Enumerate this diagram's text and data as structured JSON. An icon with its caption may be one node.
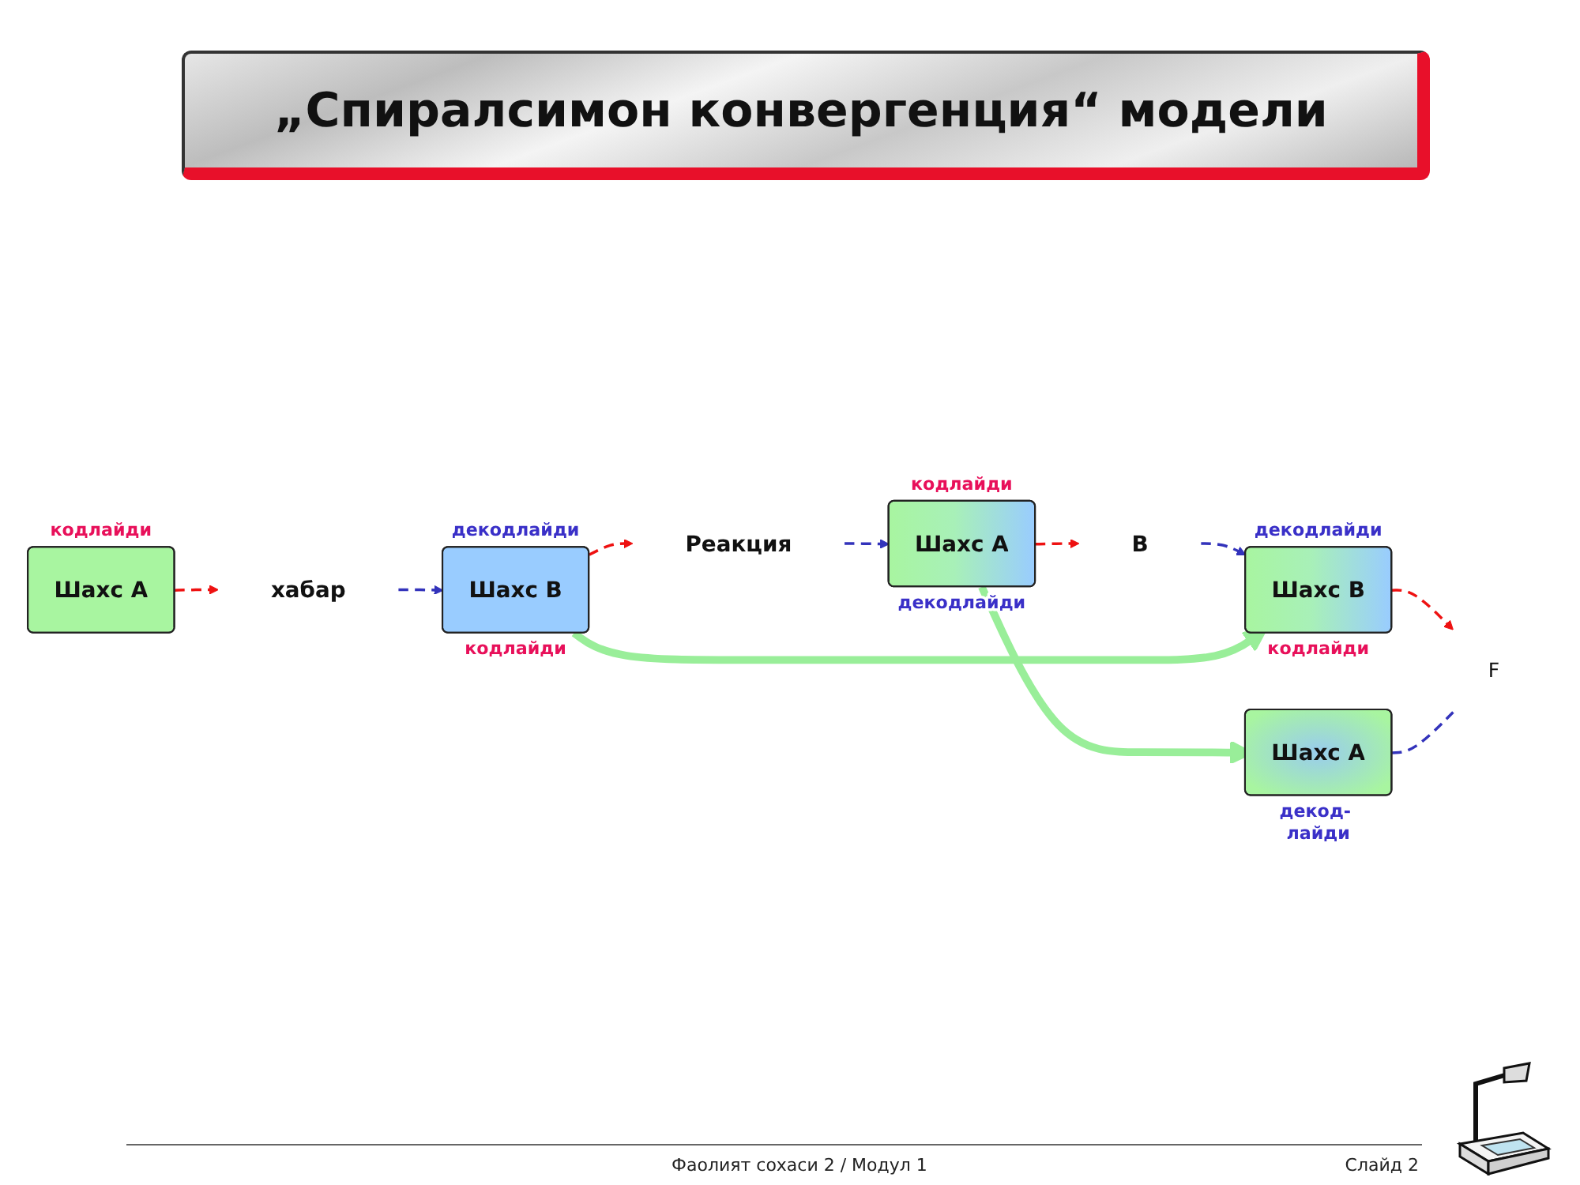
{
  "diagram": {
    "title": "„Спиралсимон конвергенция“ модели",
    "nodes": [
      {
        "text": [
          "хабар"
        ]
      },
      {
        "text": [
          "В"
        ]
      },
      {
        "text": [
          "Шахс А"
        ],
        "beside": [
          "кодлайди"
        ]
      },
      {
        "text": [
          "Шахс А"
        ],
        "beside": [
          "кодлайди",
          "декодлайди"
        ]
      },
      {
        "text": [
          "Шахс А"
        ],
        "beside": [
          "декод- лайди"
        ]
      },
      {
        "text": [
          "Шахс В"
        ],
        "beside": [
          "декодлайди",
          "кодлайди"
        ]
      },
      {
        "text": [
          "Шахс В"
        ],
        "beside": [
          "декодлайди",
          "кодлайди"
        ]
      },
      {
        "text": [
          "F"
        ]
      },
      {
        "text": [
          "Реакция"
        ]
      }
    ],
    "edges": [
      {
        "from": 2,
        "to": 0,
        "arrow": "to",
        "style": "dashed",
        "color": "#ee1111"
      },
      {
        "from": 0,
        "to": 6,
        "arrow": "to",
        "style": "dashed",
        "color": "#3333bb"
      },
      {
        "from": 6,
        "to": 8,
        "arrow": "to",
        "style": "dashed",
        "color": "#ee1111"
      },
      {
        "from": 8,
        "to": 3,
        "arrow": "to",
        "style": "dashed",
        "color": "#3333bb"
      },
      {
        "from": 3,
        "to": 1,
        "arrow": "to",
        "style": "dashed",
        "color": "#ee1111"
      },
      {
        "from": 1,
        "to": 5,
        "arrow": "to",
        "style": "dashed",
        "color": "#3333bb"
      },
      {
        "from": 3,
        "to": 4,
        "arrow": "to",
        "style": "thick",
        "color": "#99ee99"
      },
      {
        "from": 6,
        "to": 5,
        "arrow": "to",
        "style": "thick",
        "color": "#99ee99"
      },
      {
        "from": 5,
        "to": 7,
        "arrow": "to",
        "style": "dashed",
        "color": "#ee1111"
      },
      {
        "from": 4,
        "to": 7,
        "arrow": "none",
        "style": "dashed",
        "color": "#3333bb"
      }
    ],
    "labels": [
      "Фаолият сохаси 2 / Модул 1",
      "Слайд 2"
    ]
  }
}
